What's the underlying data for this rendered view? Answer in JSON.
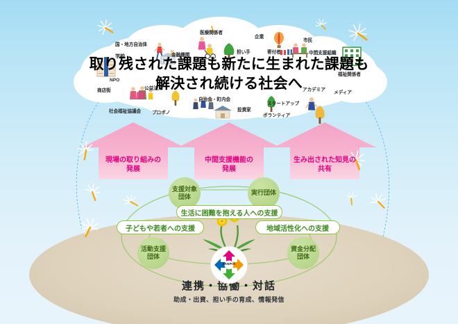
{
  "diagram": {
    "title_line1": "取り残された課題も新たに生まれた課題も",
    "title_line2": "解決され続ける社会へ",
    "accent_pink": "#e4007f",
    "accent_green": "#8cc63f",
    "sky_top": "#a4dcf4",
    "sky_bottom": "#e8f4fc",
    "ground_beige": "#ded2bc"
  },
  "cloud_actors": [
    {
      "label": "学校",
      "icon": "school-building-icon"
    },
    {
      "label": "国・地方自治体",
      "icon": "government-icon"
    },
    {
      "label": "金融機関",
      "icon": "bank-icon"
    },
    {
      "label": "医療関係者",
      "icon": "medical-staff-icon"
    },
    {
      "label": "企業",
      "icon": "company-icon"
    },
    {
      "label": "担い手",
      "icon": "tree-icon"
    },
    {
      "label": "寄付者",
      "icon": "donor-icon"
    },
    {
      "label": "市民",
      "icon": "citizens-icon"
    },
    {
      "label": "中間支援組織",
      "icon": "support-org-icon"
    },
    {
      "label": "福祉関係者",
      "icon": "welfare-building-icon"
    },
    {
      "label": "NPO",
      "icon": "npo-icon"
    },
    {
      "label": "商店街",
      "icon": "shopping-street-icon"
    },
    {
      "label": "公益法人",
      "icon": "public-corp-icon"
    },
    {
      "label": "社会福祉協議会",
      "icon": "social-welfare-council-icon"
    },
    {
      "label": "プロボノ",
      "icon": "probono-tree-icon"
    },
    {
      "label": "自治会・町内会",
      "icon": "neighborhood-house-icon"
    },
    {
      "label": "投資家",
      "icon": "investor-icon"
    },
    {
      "label": "スタートアップ",
      "icon": "startup-tree-icon"
    },
    {
      "label": "ボランティア",
      "icon": "volunteer-icon"
    },
    {
      "label": "アカデミア",
      "icon": "academia-icon"
    },
    {
      "label": "メディア",
      "icon": "media-icon"
    }
  ],
  "arrows": [
    {
      "line1": "現場の取り組みの",
      "line2": "発展"
    },
    {
      "line1": "中間支援機能の",
      "line2": "発展"
    },
    {
      "line1": "生み出された知見の",
      "line2": "共有"
    }
  ],
  "nodes": [
    {
      "line1": "支援対象",
      "line2": "団体"
    },
    {
      "line1": "実行団体",
      "line2": ""
    },
    {
      "line1": "活動支援",
      "line2": "団体"
    },
    {
      "line1": "資金分配",
      "line2": "団体"
    }
  ],
  "pills": [
    {
      "text": "生活に困難を抱える人への支援"
    },
    {
      "text": "子どもや若者への支援"
    },
    {
      "text": "地域活性化への支援"
    }
  ],
  "logo": {
    "name": "JANPIA"
  },
  "bottom": {
    "headline": "連携・協働・対話",
    "subline": "助成・出資、担い手の育成、情報発信"
  }
}
